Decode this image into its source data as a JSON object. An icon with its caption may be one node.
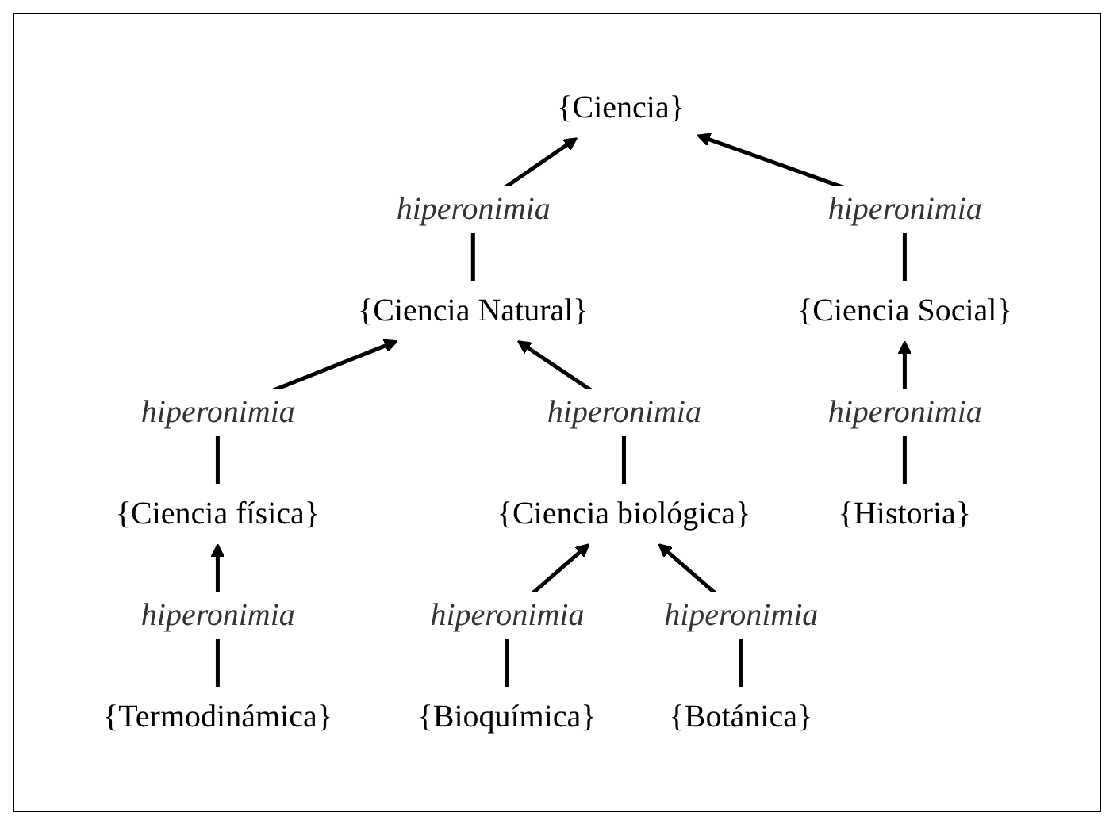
{
  "diagram": {
    "nodes": [
      {
        "text": [
          "{Ciencia}"
        ]
      },
      {
        "text": [
          "{Ciencia Natural}"
        ]
      },
      {
        "text": [
          "{Ciencia Social}"
        ]
      },
      {
        "text": [
          "{Ciencia física}"
        ]
      },
      {
        "text": [
          "{Ciencia biológica}"
        ]
      },
      {
        "text": [
          "{Historia}"
        ]
      },
      {
        "text": [
          "{Termodinámica}"
        ]
      },
      {
        "text": [
          "{Bioquímica}"
        ]
      },
      {
        "text": [
          "{Botánica}"
        ]
      }
    ],
    "edges": [
      {
        "from": 1,
        "to": 0,
        "arrow": "to",
        "label": "hiperonimia"
      },
      {
        "from": 2,
        "to": 0,
        "arrow": "to",
        "label": "hiperonimia"
      },
      {
        "from": 3,
        "to": 1,
        "arrow": "to",
        "label": "hiperonimia"
      },
      {
        "from": 4,
        "to": 1,
        "arrow": "to",
        "label": "hiperonimia"
      },
      {
        "from": 5,
        "to": 2,
        "arrow": "to",
        "label": "hiperonimia"
      },
      {
        "from": 6,
        "to": 3,
        "arrow": "to",
        "label": "hiperonimia"
      },
      {
        "from": 7,
        "to": 4,
        "arrow": "to",
        "label": "hiperonimia"
      },
      {
        "from": 8,
        "to": 4,
        "arrow": "to",
        "label": "hiperonimia"
      }
    ]
  }
}
